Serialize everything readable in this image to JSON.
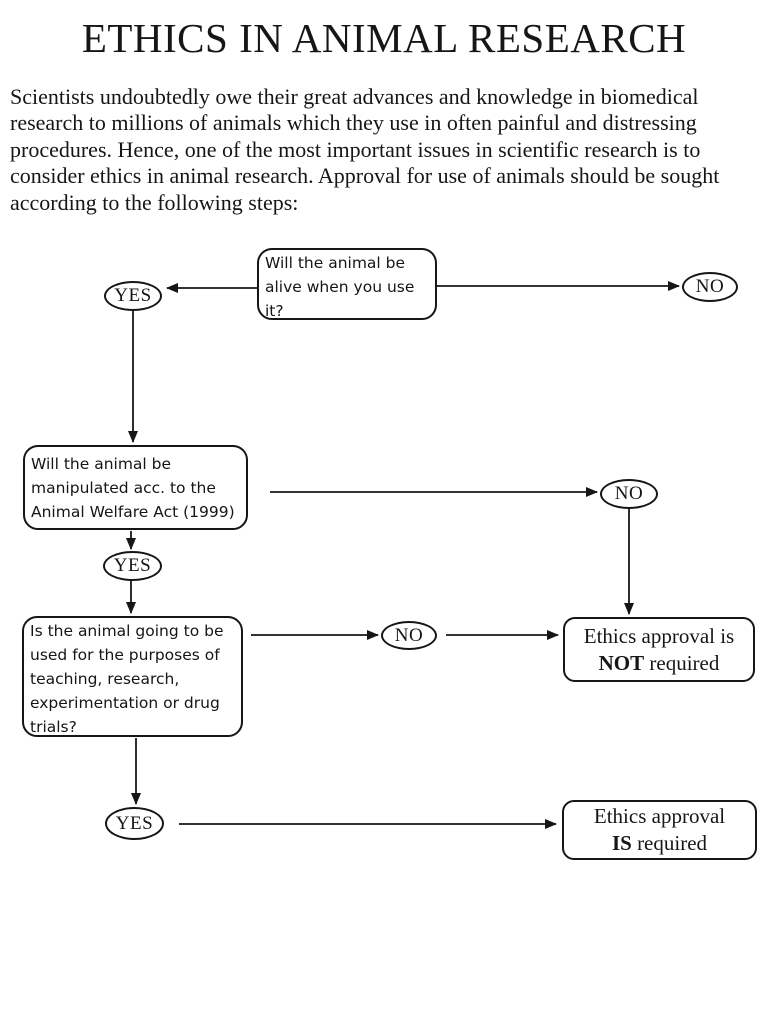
{
  "page": {
    "title": "ETHICS IN ANIMAL RESEARCH",
    "intro": "Scientists undoubtedly owe their great advances and knowledge in biomedical research to millions of animals which they use in often painful and distressing procedures. Hence, one of the most important issues in scientific research is to consider ethics in animal research. Approval for use of animals should be sought according to the following steps:"
  },
  "flowchart": {
    "questions": {
      "q1": "Will the animal be alive when you use it?",
      "q2": "Will the animal be manipulated acc. to the Animal Welfare Act (1999)",
      "q3": "Is the animal going to be used for the purposes of teaching, research, experimentation or drug trials?"
    },
    "labels": {
      "yes": "YES",
      "no": "NO"
    },
    "outcomes": {
      "not_required": {
        "line1": "Ethics approval is",
        "bold": "NOT",
        "rest": " required"
      },
      "is_required": {
        "line1": "Ethics approval",
        "bold": "IS",
        "rest": " required"
      }
    },
    "colors": {
      "ink": "#161616",
      "paper": "#ffffff"
    }
  }
}
